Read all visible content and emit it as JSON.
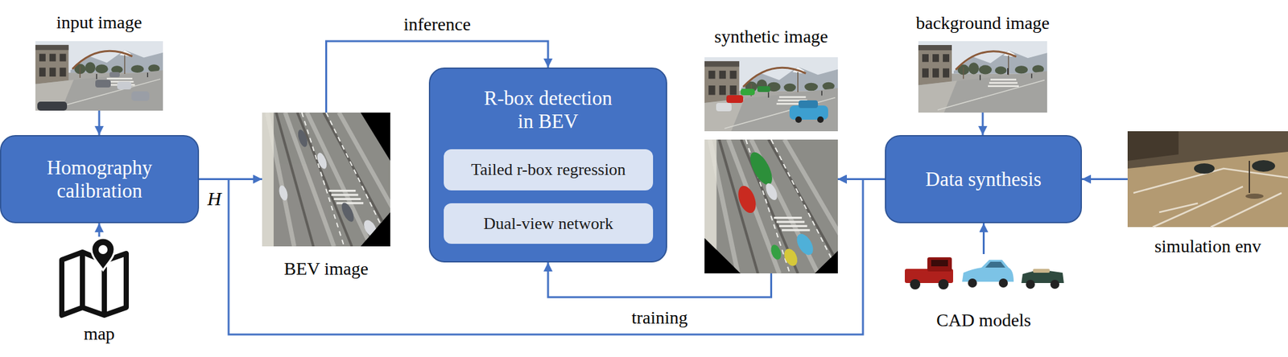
{
  "diagram": {
    "nodes": [
      {
        "text": [
          "input image"
        ]
      },
      {
        "text": [
          "Homography calibration"
        ]
      },
      {
        "text": [
          "map"
        ]
      },
      {
        "text": [
          "BEV image"
        ]
      },
      {
        "text": [
          "R-box detection in BEV"
        ]
      },
      {
        "text": [
          "Tailed r-box regression"
        ],
        "in": 4
      },
      {
        "text": [
          "Dual-view network"
        ],
        "in": 4
      },
      {
        "text": [
          "synthetic image"
        ]
      },
      {
        "text": [
          "background image"
        ]
      },
      {
        "text": [
          "Data synthesis"
        ]
      },
      {
        "text": [
          "CAD models"
        ]
      },
      {
        "text": [
          "simulation env"
        ]
      }
    ],
    "edges": [
      {
        "from": 0,
        "to": 1,
        "arrow": "to"
      },
      {
        "from": 2,
        "to": 1,
        "arrow": "to"
      },
      {
        "from": 1,
        "to": 3,
        "arrow": "to"
      },
      {
        "from": 1,
        "to": 7,
        "arrow": "to"
      },
      {
        "from": 3,
        "to": 4,
        "label": "inference",
        "arrow": "to"
      },
      {
        "from": 7,
        "to": 4,
        "label": "training",
        "arrow": "to"
      },
      {
        "from": 9,
        "to": 7,
        "arrow": "to"
      },
      {
        "from": 8,
        "to": 9,
        "arrow": "to"
      },
      {
        "from": 10,
        "to": 9,
        "arrow": "to"
      },
      {
        "from": 11,
        "to": 9,
        "arrow": "to"
      }
    ],
    "labels": [
      "H"
    ]
  }
}
